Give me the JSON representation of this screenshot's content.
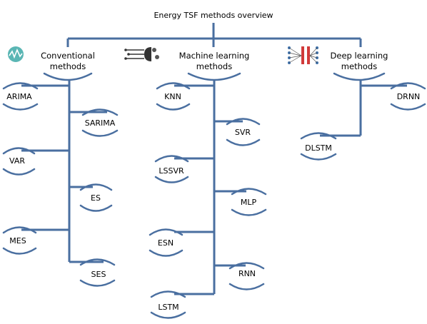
{
  "title": "Energy TSF methods overview",
  "colors": {
    "line": "#4a6fa0",
    "text": "#000000",
    "icon_teal": "#5ab6b4",
    "icon_red": "#d13a3a",
    "icon_blue": "#3d6fa8"
  },
  "groups": {
    "conventional": {
      "icon": "waveform-icon",
      "label_line1": "Conventional",
      "label_line2": "methods",
      "items": [
        "ARIMA",
        "SARIMA",
        "VAR",
        "ES",
        "MES",
        "SES"
      ]
    },
    "machine_learning": {
      "icon": "brain-circuit-icon",
      "label_line1": "Machine learning",
      "label_line2": "methods",
      "items": [
        "KNN",
        "SVR",
        "LSSVR",
        "MLP",
        "ESN",
        "RNN",
        "LSTM"
      ]
    },
    "deep_learning": {
      "icon": "neural-network-icon",
      "label_line1": "Deep learning",
      "label_line2": "methods",
      "items": [
        "DRNN",
        "DLSTM"
      ]
    }
  }
}
